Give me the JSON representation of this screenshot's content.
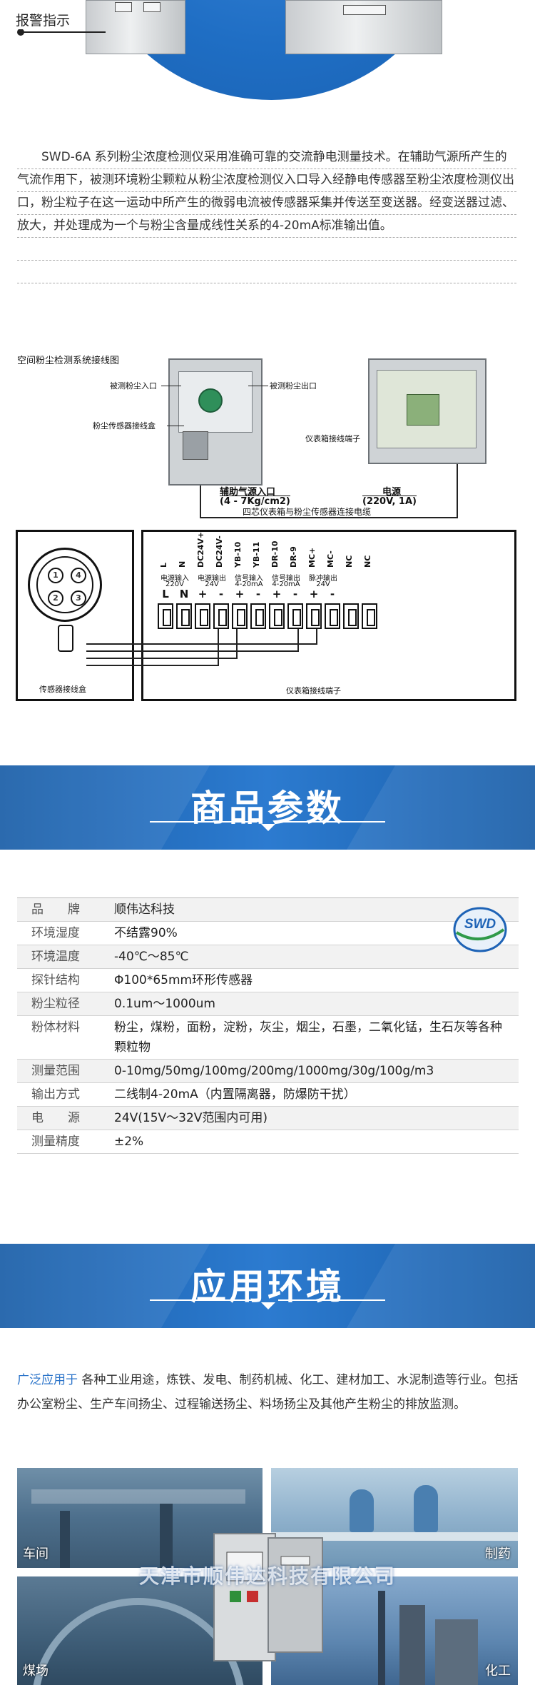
{
  "hero": {
    "alarm_label": "报警指示"
  },
  "intro": {
    "text": "SWD-6A 系列粉尘浓度检测仪采用准确可靠的交流静电测量技术。在辅助气源所产生的气流作用下，被测环境粉尘颗粒从粉尘浓度检测仪入口导入经静电传感器至粉尘浓度检测仪出口，粉尘粒子在这一运动中所产生的微弱电流被传感器采集并传送至变送器。经变送器过滤、放大，并处理成为一个与粉尘含量成线性关系的4-20mA标准输出值。"
  },
  "diagram": {
    "title": "空间粉尘检测系统接线图",
    "dust_inlet": "被测粉尘入口",
    "dust_outlet": "被测粉尘出口",
    "sensor_box": "粉尘传感器接线盒",
    "meter_terminal": "仪表箱接线端子",
    "aux_air": "辅助气源入口",
    "aux_air_spec": "(4 - 7Kg/cm2)",
    "power": "电源",
    "power_spec": "(220V, 1A)",
    "cable": "四芯仪表箱与粉尘传感器连接电缆",
    "sensor_box_bottom": "传感器接线盒",
    "terminal_bottom": "仪表箱接线端子",
    "pins": [
      "1",
      "4",
      "2",
      "3"
    ],
    "terminals": [
      {
        "label": "L",
        "sign": "L"
      },
      {
        "label": "N",
        "sign": "N"
      },
      {
        "label": "DC24V+",
        "sign": "+"
      },
      {
        "label": "DC24V-",
        "sign": "-"
      },
      {
        "label": "YB-10",
        "sign": "+"
      },
      {
        "label": "YB-11",
        "sign": "-"
      },
      {
        "label": "DR-10",
        "sign": "+"
      },
      {
        "label": "DR-9",
        "sign": "-"
      },
      {
        "label": "MC+",
        "sign": "+"
      },
      {
        "label": "MC-",
        "sign": "-"
      },
      {
        "label": "NC",
        "sign": ""
      },
      {
        "label": "NC",
        "sign": ""
      }
    ],
    "groups": [
      {
        "name": "电源输入",
        "spec": "220V"
      },
      {
        "name": "电源输出",
        "spec": "24V"
      },
      {
        "name": "信号输入",
        "spec": "4-20mA"
      },
      {
        "name": "信号输出",
        "spec": "4-20mA"
      },
      {
        "name": "脉冲输出",
        "spec": "24V"
      }
    ]
  },
  "banner1": {
    "title": "商品参数"
  },
  "spec": {
    "logo_text": "SWD",
    "rows": [
      {
        "label": "品　　牌",
        "value": "顺伟达科技"
      },
      {
        "label": "环境湿度",
        "value": "不结露90%"
      },
      {
        "label": "环境温度",
        "value": "-40℃～85℃"
      },
      {
        "label": "探针结构",
        "value": "Φ100*65mm环形传感器"
      },
      {
        "label": "粉尘粒径",
        "value": "0.1um～1000um"
      },
      {
        "label": "粉体材料",
        "value": "粉尘，煤粉，面粉，淀粉，灰尘，烟尘，石墨，二氧化锰，生石灰等各种颗粒物"
      },
      {
        "label": "测量范围",
        "value": "0-10mg/50mg/100mg/200mg/1000mg/30g/100g/m3"
      },
      {
        "label": "输出方式",
        "value": "二线制4-20mA（内置隔离器，防爆防干扰）"
      },
      {
        "label": "电　　源",
        "value": "24V(15V～32V范围内可用)"
      },
      {
        "label": "测量精度",
        "value": "±2%"
      }
    ]
  },
  "banner2": {
    "title": "应用环境"
  },
  "application": {
    "lead": "广泛应用于",
    "text": " 各种工业用途，炼铁、发电、制药机械、化工、建材加工、水泥制造等行业。包括办公室粉尘、生产车间扬尘、过程输送扬尘、料场扬尘及其他产生粉尘的排放监测。"
  },
  "photos": {
    "watermark": "天津市顺伟达科技有限公司",
    "items": [
      {
        "caption": "车间"
      },
      {
        "caption": "制药"
      },
      {
        "caption": "煤场"
      },
      {
        "caption": "化工"
      }
    ]
  },
  "colors": {
    "brand_blue": "#1f6ec4",
    "banner_blue": "#2c7bd0",
    "lead_blue": "#2a73c9"
  }
}
